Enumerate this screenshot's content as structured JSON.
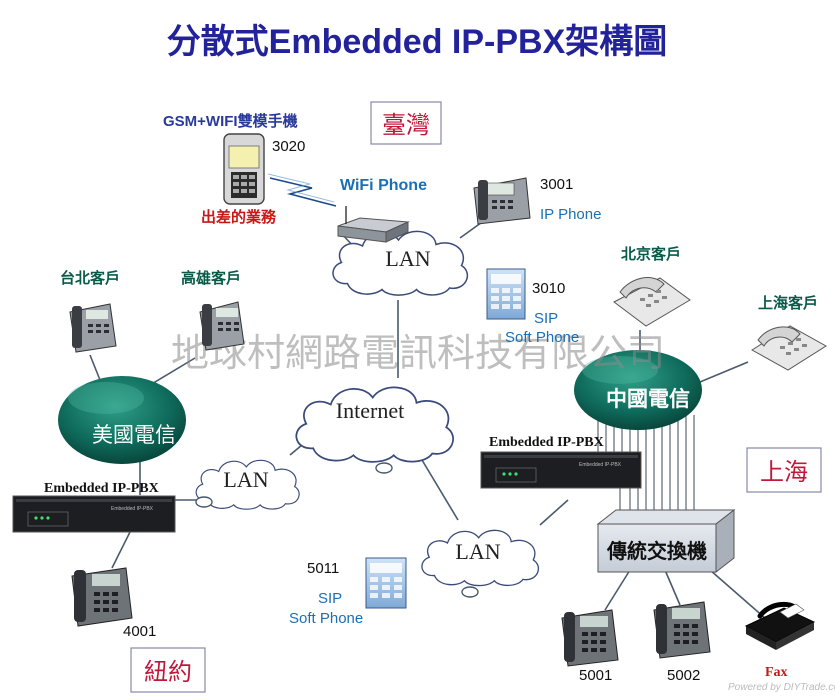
{
  "title": "分散式Embedded IP-PBX架構圖",
  "watermark": "地球村網路電訊科技有限公司",
  "footer_watermark": "Powered by DIYTrade.com",
  "locations": {
    "taiwan": "臺灣",
    "shanghai": "上海",
    "new_york": "紐約"
  },
  "clouds": {
    "lan_taiwan": "LAN",
    "internet": "Internet",
    "lan_newyork": "LAN",
    "lan_shanghai": "LAN",
    "us_telecom": "美國電信",
    "china_telecom": "中國電信"
  },
  "devices": {
    "gsm_wifi_title": "GSM+WIFI雙模手機",
    "gsm_ext": "3020",
    "business_trip": "出差的業務",
    "wifi_phone_label": "WiFi Phone",
    "ip_phone_ext": "3001",
    "ip_phone_label": "IP Phone",
    "soft_phone_tw_ext": "3010",
    "soft_phone_tw_sip": "SIP",
    "soft_phone_tw_label": "Soft Phone",
    "taipei_client": "台北客戶",
    "kaohsiung_client": "高雄客戶",
    "beijing_client": "北京客戶",
    "shanghai_client": "上海客戶",
    "pbx_ny_label": "Embedded IP-PBX",
    "pbx_sh_label": "Embedded IP-PBX",
    "pbx_screen_text": "Embedded IP-PBX",
    "ny_phone_ext": "4001",
    "soft_phone_sh_ext": "5011",
    "soft_phone_sh_sip": "SIP",
    "soft_phone_sh_label": "Soft Phone",
    "legacy_switch": "傳統交換機",
    "phone_5001": "5001",
    "phone_5002": "5002",
    "fax": "Fax"
  },
  "colors": {
    "title": "#22229a",
    "location_text": "#c0183a",
    "teal_cloud": "#0e6b5c",
    "link_blue": "#1b6fb4",
    "red_label": "#c81818",
    "green_label": "#0a5a4a"
  }
}
